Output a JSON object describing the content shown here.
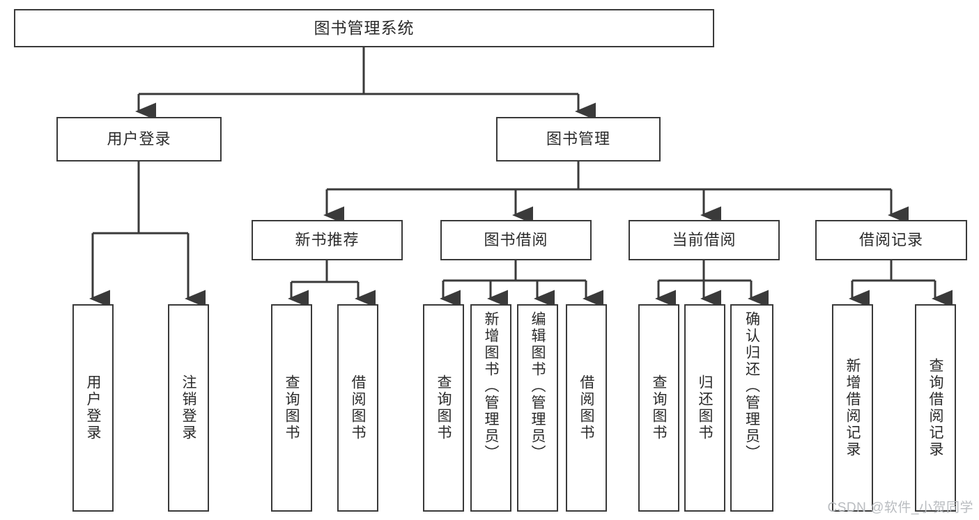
{
  "diagram": {
    "title": "图书管理系统",
    "type": "tree",
    "root": {
      "label": "图书管理系统"
    },
    "level1": [
      {
        "label": "用户登录"
      },
      {
        "label": "图书管理"
      }
    ],
    "level2": [
      {
        "label": "新书推荐"
      },
      {
        "label": "图书借阅"
      },
      {
        "label": "当前借阅"
      },
      {
        "label": "借阅记录"
      }
    ],
    "leaves": {
      "user_login": [
        {
          "label": "用户登录"
        },
        {
          "label": "注销登录"
        }
      ],
      "new_book_recommend": [
        {
          "label": "查询图书"
        },
        {
          "label": "借阅图书"
        }
      ],
      "book_borrow": [
        {
          "label": "查询图书"
        },
        {
          "label": "新增图书（管理员）"
        },
        {
          "label": "编辑图书（管理员）"
        },
        {
          "label": "借阅图书"
        }
      ],
      "current_borrow": [
        {
          "label": "查询图书"
        },
        {
          "label": "归还图书"
        },
        {
          "label": "确认归还（管理员）"
        }
      ],
      "borrow_record": [
        {
          "label": "新增借阅记录"
        },
        {
          "label": "查询借阅记录"
        }
      ]
    }
  },
  "watermark": {
    "text": "CSDN @软件_小贺同学"
  },
  "colors": {
    "border": "#3a3a3a",
    "text": "#2b2b2b",
    "background": "#ffffff",
    "watermark": "#b9bcc0"
  }
}
